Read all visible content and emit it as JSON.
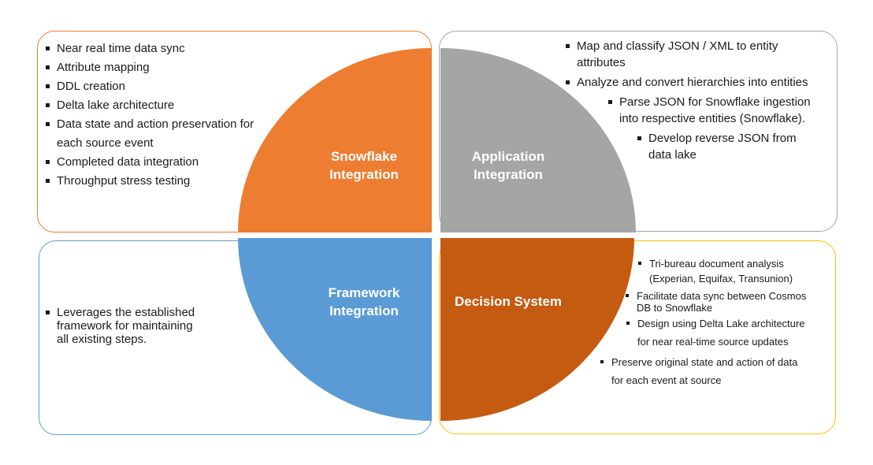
{
  "colors": {
    "snowflake": "#ed7d31",
    "application": "#a5a5a5",
    "framework": "#5b9bd5",
    "decision": "#c55a11",
    "border_tl": "#ed7d31",
    "border_tr": "#a5a5a5",
    "border_bl": "#5b9bd5",
    "border_br": "#ffc000"
  },
  "quadrants": {
    "top_left": {
      "label": "Snowflake\nIntegration",
      "items": [
        "Near real time data sync",
        "Attribute mapping",
        "DDL creation",
        "Delta lake architecture",
        "Data state and action preservation for\neach source event",
        "Completed data integration",
        "Throughput  stress testing"
      ]
    },
    "top_right": {
      "label": "Application\nIntegration",
      "items": [
        "Map and classify JSON / XML to entity\nattributes",
        "Analyze and convert hierarchies into entities",
        "Parse JSON for Snowflake ingestion\ninto respective entities (Snowflake).",
        "Develop reverse JSON from\ndata lake"
      ]
    },
    "bottom_left": {
      "label": "Framework\nIntegration",
      "items": [
        "Leverages the established\nframework for maintaining\nall existing steps."
      ]
    },
    "bottom_right": {
      "label": "Decision System",
      "items": [
        "Tri-bureau document analysis\n(Experian, Equifax,  Transunion)",
        "Facilitate data sync between Cosmos\nDB to Snowflake",
        "Design using Delta Lake architecture\nfor near real-time source updates",
        "Preserve original state and action of data\nfor each event at source"
      ]
    }
  }
}
